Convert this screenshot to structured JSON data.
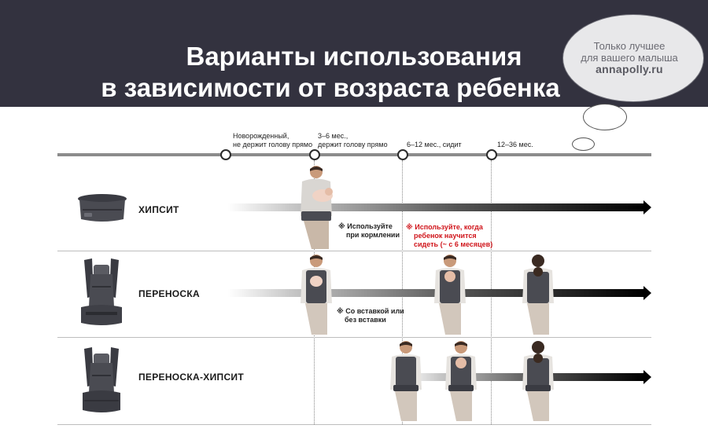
{
  "header": {
    "title_line1": "Варианты использования",
    "title_line2": "в зависимости от возраста ребенка"
  },
  "watermark": {
    "line1": "Только лучшее",
    "line2": "для вашего малыша",
    "site": "annapolly.ru"
  },
  "timeline": {
    "stages": [
      {
        "label_line1": "Новорожденный,",
        "label_line2": "не держит голову прямо"
      },
      {
        "label_line1": "3–6 мес.,",
        "label_line2": "держит голову прямо"
      },
      {
        "label_line1": "6–12 мес., сидит",
        "label_line2": ""
      },
      {
        "label_line1": "12–36 мес.",
        "label_line2": ""
      }
    ]
  },
  "rows": [
    {
      "label": "ХИПСИТ",
      "notes": [
        {
          "line1": "※ Используйте",
          "line2": "при кормлении",
          "line3": "",
          "color": "#222222"
        },
        {
          "line1": "※ Используйте, когда",
          "line2": "ребенок научится",
          "line3": "сидеть (~ с 6 месяцев)",
          "color": "#d0151b"
        }
      ]
    },
    {
      "label": "ПЕРЕНОСКА",
      "notes": [
        {
          "line1": "※ Со вставкой или",
          "line2": "без вставки",
          "line3": "",
          "color": "#222222"
        }
      ]
    },
    {
      "label": "ПЕРЕНОСКА-ХИПСИТ",
      "notes": []
    }
  ],
  "colors": {
    "header_bg": "#33323f",
    "note_red": "#d0151b",
    "carrier": "#4a4b52"
  }
}
